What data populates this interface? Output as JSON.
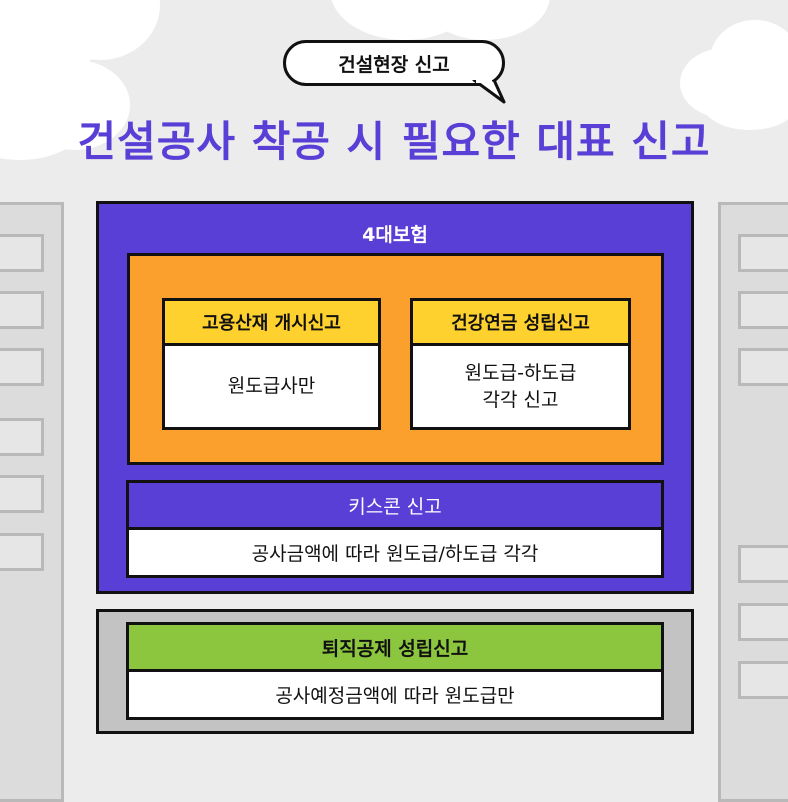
{
  "bubble": {
    "text": "건설현장 신고"
  },
  "title": "건설공사 착공 시 필요한 대표 신고",
  "insurance": {
    "title": "4대보험",
    "card_left": {
      "head": "고용산재 개시신고",
      "body": [
        "원도급사만"
      ]
    },
    "card_right": {
      "head": "건강연금 성립신고",
      "body": [
        "원도급-하도급",
        "각각 신고"
      ]
    }
  },
  "kiscon": {
    "head": "키스콘 신고",
    "body": "공사금액에 따라 원도급/하도급 각각"
  },
  "retirement": {
    "head": "퇴직공제 성립신고",
    "body": "공사예정금액에 따라 원도급만"
  },
  "colors": {
    "purple": "#5a3fd6",
    "orange": "#fba02c",
    "yellow": "#ffd12f",
    "green": "#8cc63e",
    "gray": "#c3c3c3"
  }
}
